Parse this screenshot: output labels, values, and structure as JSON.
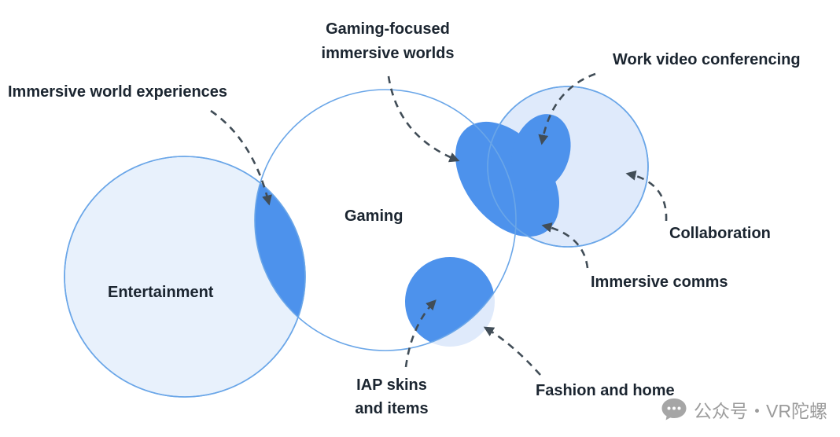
{
  "diagram": {
    "circle_labels": {
      "entertainment": "Entertainment",
      "gaming": "Gaming"
    },
    "callouts": {
      "immersive_world_experiences": "Immersive world experiences",
      "gaming_focused_immersive_worlds": "Gaming-focused immersive worlds",
      "work_video_conferencing": "Work video conferencing",
      "collaboration": "Collaboration",
      "immersive_comms": "Immersive comms",
      "iap_skins_and_items": "IAP skins and items",
      "fashion_and_home": "Fashion and home"
    },
    "colors": {
      "light_region": "#e4eefb",
      "dark_region": "#4d92ec",
      "circle_stroke": "#6aa6e8",
      "arrow": "#414d57",
      "label_text": "#1b2530",
      "watermark": "#9c9c9c"
    }
  },
  "watermark": {
    "icon": "speech-bubble-icon",
    "text": "公众号・VR陀螺"
  }
}
